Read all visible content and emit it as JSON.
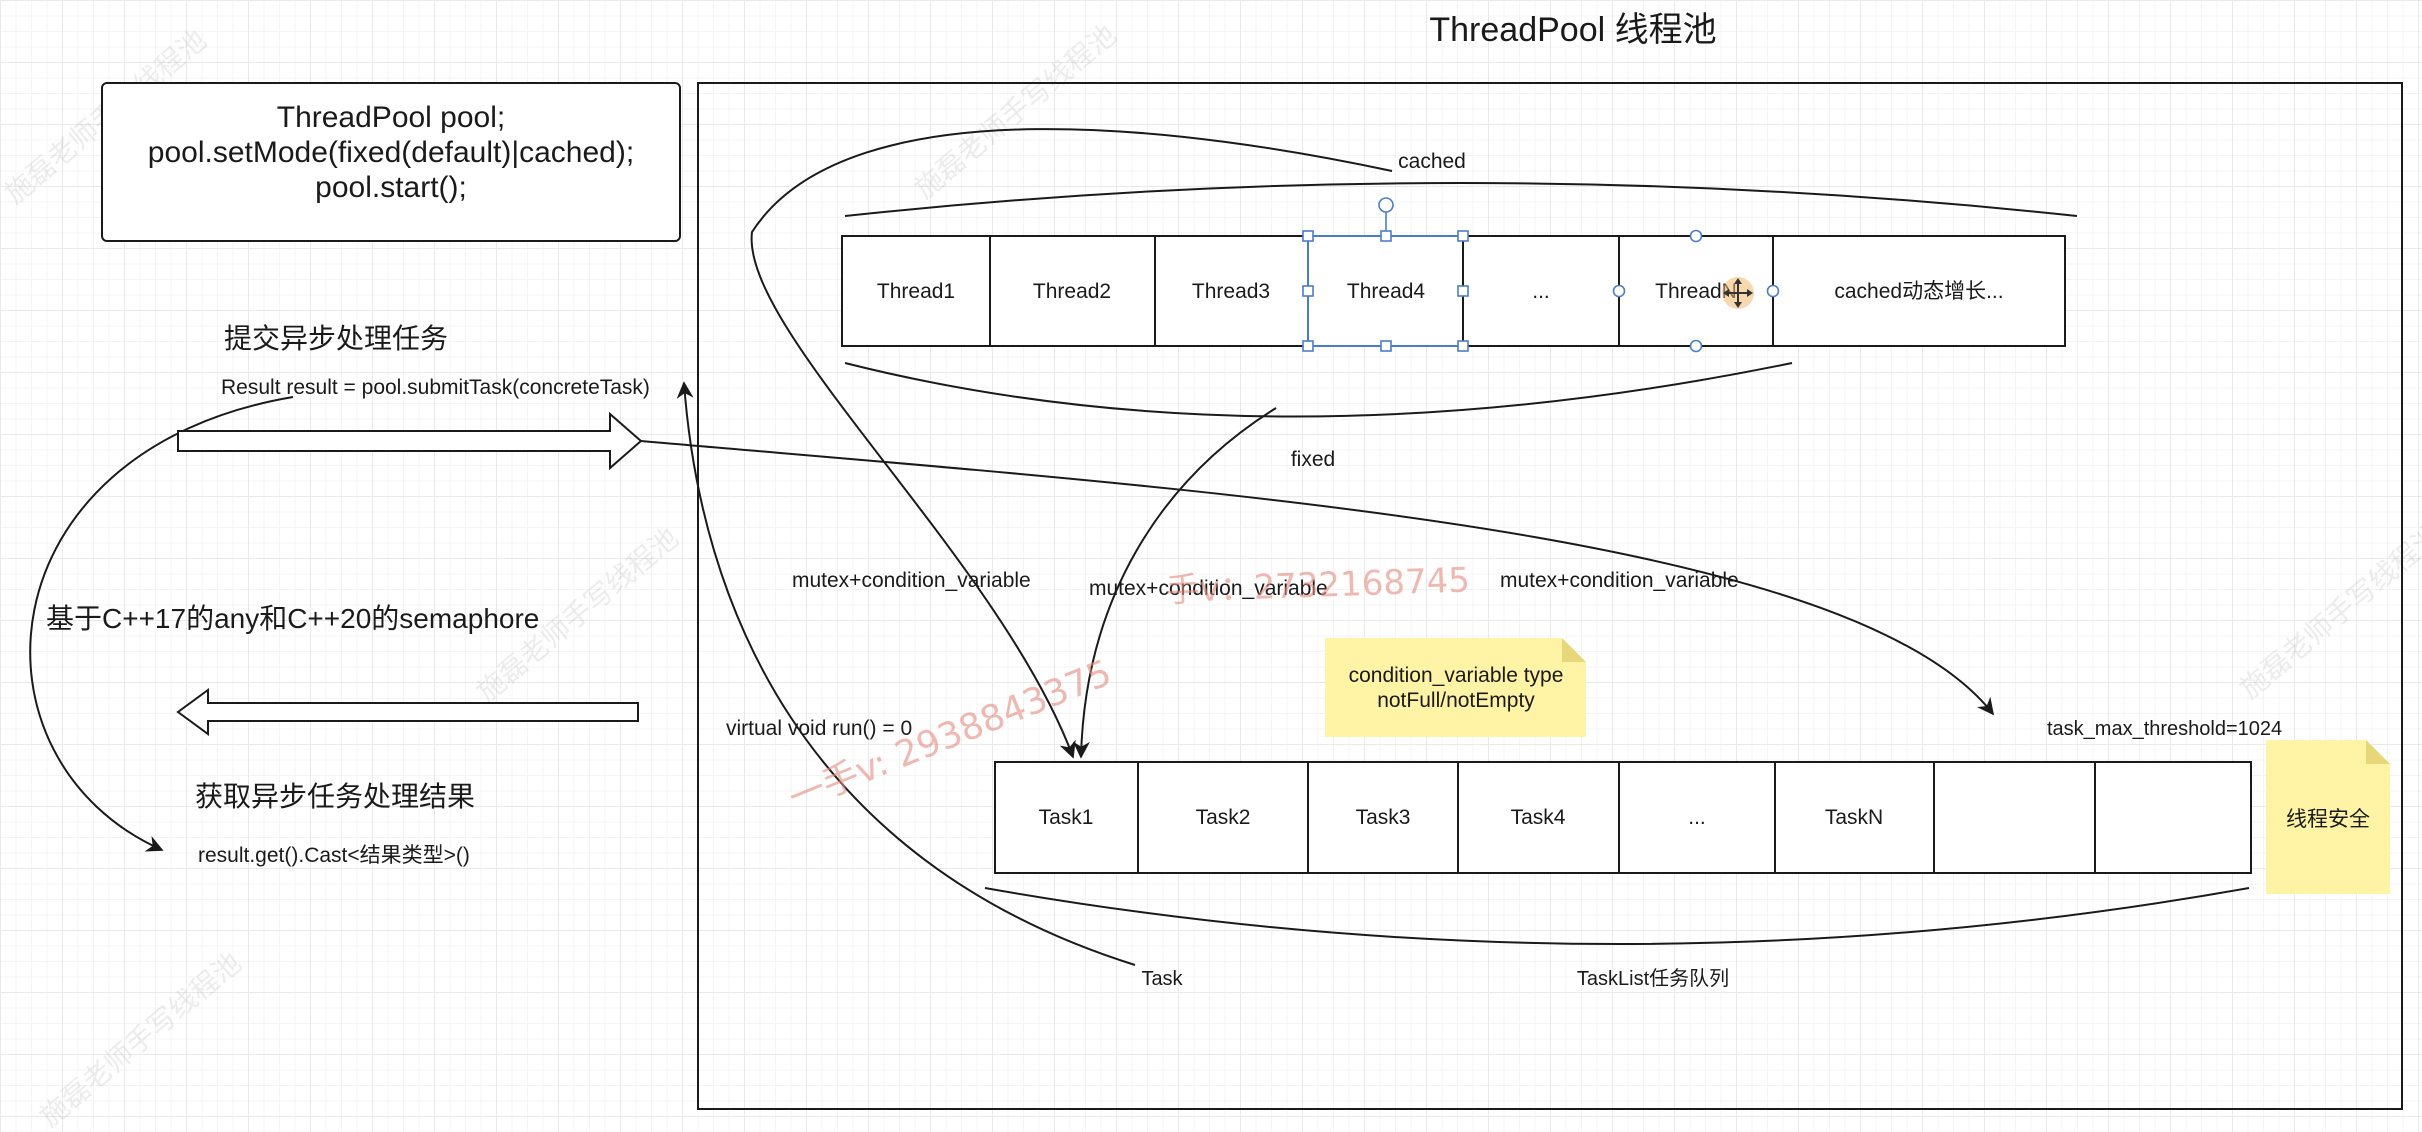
{
  "title": "ThreadPool 线程池",
  "code_box": {
    "line1": "ThreadPool pool;",
    "line2": "pool.setMode(fixed(default)|cached);",
    "line3": "pool.start();"
  },
  "submit": {
    "heading": "提交异步处理任务",
    "code": "Result result = pool.submitTask(concreteTask)"
  },
  "mechanism": "基于C++17的any和C++20的semaphore",
  "result": {
    "heading": "获取异步任务处理结果",
    "code": "result.get().Cast<结果类型>()"
  },
  "thread_pool": {
    "cached_label": "cached",
    "fixed_label": "fixed",
    "threads": [
      "Thread1",
      "Thread2",
      "Thread3",
      "Thread4",
      "...",
      "ThreadN",
      "cached动态增长..."
    ]
  },
  "sync_labels": [
    "mutex+condition_variable",
    "mutex+condition_variable",
    "mutex+condition_variable"
  ],
  "condvar_note": {
    "line1": "condition_variable type",
    "line2": "notFull/notEmpty"
  },
  "task_interface": "virtual void run() = 0",
  "task_threshold": "task_max_threshold=1024",
  "task_queue": {
    "tasks": [
      "Task1",
      "Task2",
      "Task3",
      "Task4",
      "...",
      "TaskN"
    ],
    "task_label": "Task",
    "list_label": "TaskList任务队列"
  },
  "thread_safe_note": "线程安全",
  "watermarks": {
    "contact_a": "手v：2732168745",
    "contact_b": "一手v: 2938843375",
    "brand": "施磊老师手写线程池"
  },
  "icons": {
    "cursor": "move-cursor-icon"
  },
  "colors": {
    "stroke": "#1a1a1a",
    "selection": "#4a7dc9",
    "note": "#fff4a6",
    "watermark_contact": "#e58a7e"
  }
}
